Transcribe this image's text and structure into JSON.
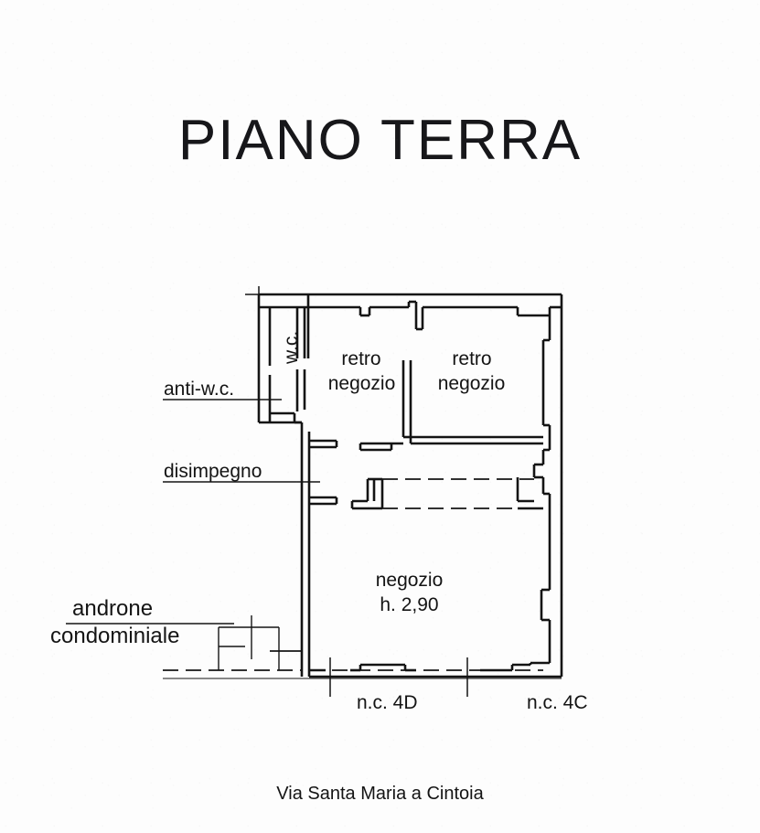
{
  "document": {
    "title": "PIANO TERRA",
    "footer_street": "Via Santa Maria a Cintoia",
    "ink_color": "#141414",
    "paper_color": "#fdfdfd"
  },
  "rooms": [
    {
      "id": "wc",
      "label": "w.c.",
      "rotated": true
    },
    {
      "id": "retro-left",
      "label_line1": "retro",
      "label_line2": "negozio"
    },
    {
      "id": "retro-right",
      "label_line1": "retro",
      "label_line2": "negozio"
    },
    {
      "id": "negozio",
      "label_line1": "negozio",
      "label_line2": "h. 2,90"
    }
  ],
  "leader_labels": [
    {
      "id": "anti-wc",
      "text": "anti-w.c."
    },
    {
      "id": "disimpegno",
      "text": "disimpegno"
    },
    {
      "id": "androne",
      "line1": "androne",
      "line2": "condominiale"
    }
  ],
  "entrances": [
    {
      "id": "nc-4d",
      "text": "n.c. 4D"
    },
    {
      "id": "nc-4c",
      "text": "n.c. 4C"
    }
  ]
}
